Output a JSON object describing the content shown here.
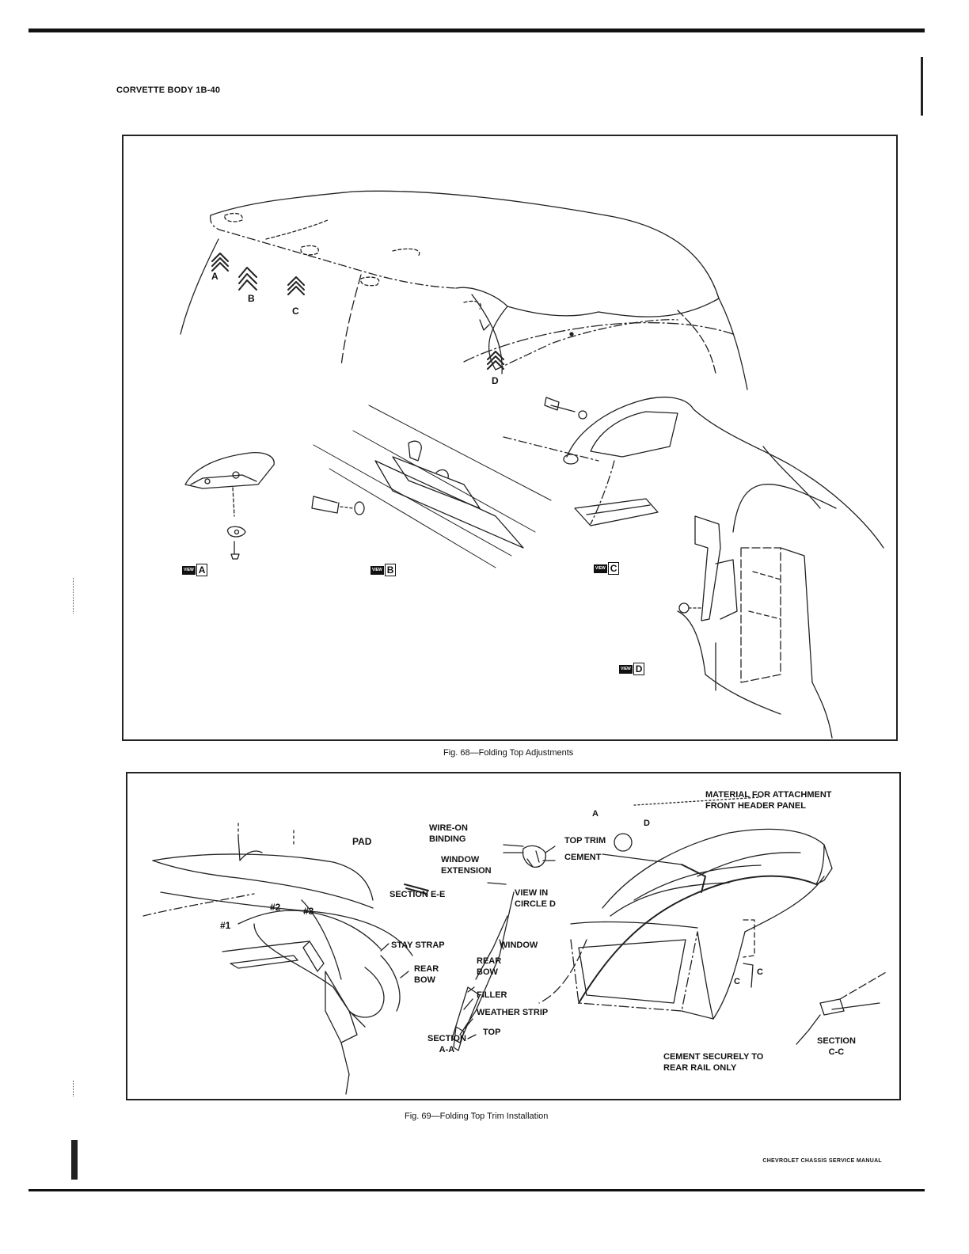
{
  "page": {
    "header": "CORVETTE BODY 1B-40",
    "footer": "CHEVROLET CHASSIS SERVICE MANUAL"
  },
  "fig68": {
    "caption": "Fig. 68—Folding Top Adjustments",
    "letters": [
      "A",
      "B",
      "C",
      "D"
    ],
    "view_word": "VIEW",
    "views": [
      "A",
      "B",
      "C",
      "D"
    ]
  },
  "fig69": {
    "caption": "Fig. 69—Folding Top Trim Installation",
    "labels": {
      "pad": "PAD",
      "bow1": "#1",
      "bow2": "#2",
      "bow3": "#3",
      "section_ee": "SECTION E-E",
      "stay_strap": "STAY STRAP",
      "rear_bow": "REAR\nBOW",
      "wire_on_binding": "WIRE-ON\nBINDING",
      "top_trim": "TOP TRIM",
      "cement": "CEMENT",
      "window_extension": "WINDOW\nEXTENSION",
      "view_in_circle_d": "VIEW IN\nCIRCLE D",
      "window": "WINDOW",
      "rear_bow_2": "REAR\nBOW",
      "filler": "FILLER",
      "weather_strip": "WEATHER STRIP",
      "top": "TOP",
      "section_aa": "SECTION\nA-A",
      "material": "MATERIAL FOR ATTACHMENT\nFRONT HEADER PANEL",
      "marker_a": "A",
      "marker_d": "D",
      "marker_c1": "C",
      "marker_c2": "C",
      "cement_securely": "CEMENT SECURELY TO\nREAR RAIL ONLY",
      "section_cc": "SECTION\nC-C"
    }
  }
}
